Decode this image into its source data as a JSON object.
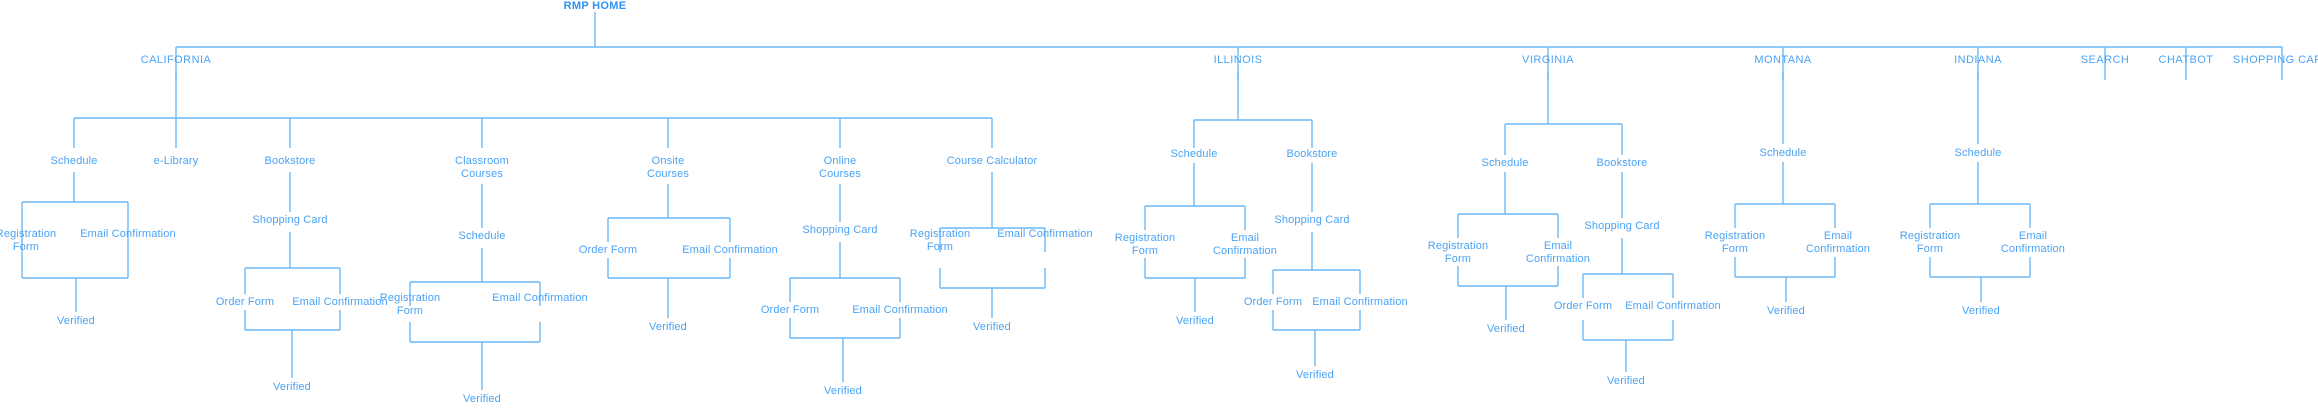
{
  "diagram": {
    "title": "RMP HOME",
    "type": "sitemap-tree",
    "accent_color": "#4aa3f5",
    "line_color": "#6cb8f7",
    "background_color": "#ffffff",
    "root_label": "RMP HOME"
  },
  "labels": {
    "root": "RMP HOME",
    "california": "CALIFORNIA",
    "illinois": "ILLINOIS",
    "virginia": "VIRGINIA",
    "montana": "MONTANA",
    "indiana": "INDIANA",
    "search": "SEARCH",
    "chatbot": "CHATBOT",
    "shopping_card_top": "SHOPPING CARD",
    "ca_schedule": "Schedule",
    "ca_elibrary": "e-Library",
    "ca_bookstore": "Bookstore",
    "ca_classroom_courses": "Classroom\nCourses",
    "ca_onsite_courses": "Onsite\nCourses",
    "ca_online_courses": "Online\nCourses",
    "ca_course_calculator": "Course Calculator",
    "ca_sched_registration_form": "Registration\nForm",
    "ca_sched_email_confirmation": "Email Confirmation",
    "ca_sched_verified": "Verified",
    "ca_book_shopping_card": "Shopping Card",
    "ca_book_order_form": "Order Form",
    "ca_book_email_confirmation": "Email Confirmation",
    "ca_book_verified": "Verified",
    "ca_class_schedule": "Schedule",
    "ca_class_registration_form": "Registration\nForm",
    "ca_class_email_confirmation": "Email Confirmation",
    "ca_class_verified": "Verified",
    "ca_onsite_order_form": "Order Form",
    "ca_onsite_email_confirmation": "Email Confirmation",
    "ca_onsite_verified": "Verified",
    "ca_online_shopping_card": "Shopping Card",
    "ca_online_order_form": "Order Form",
    "ca_online_email_confirmation": "Email Confirmation",
    "ca_online_verified": "Verified",
    "ca_calc_registration_form": "Registration\nForm",
    "ca_calc_email_confirmation": "Email Confirmation",
    "ca_calc_verified": "Verified",
    "il_schedule": "Schedule",
    "il_bookstore": "Bookstore",
    "il_sched_registration_form": "Registration\nForm",
    "il_sched_email_confirmation": "Email\nConfirmation",
    "il_sched_verified": "Verified",
    "il_book_shopping_card": "Shopping Card",
    "il_book_order_form": "Order Form",
    "il_book_email_confirmation": "Email Confirmation",
    "il_book_verified": "Verified",
    "va_schedule": "Schedule",
    "va_bookstore": "Bookstore",
    "va_sched_registration_form": "Registration\nForm",
    "va_sched_email_confirmation": "Email\nConfirmation",
    "va_sched_verified": "Verified",
    "va_book_shopping_card": "Shopping Card",
    "va_book_order_form": "Order Form",
    "va_book_email_confirmation": "Email Confirmation",
    "va_book_verified": "Verified",
    "mt_schedule": "Schedule",
    "mt_registration_form": "Registration\nForm",
    "mt_email_confirmation": "Email\nConfirmation",
    "mt_verified": "Verified",
    "in_schedule": "Schedule",
    "in_registration_form": "Registration\nForm",
    "in_email_confirmation": "Email\nConfirmation",
    "in_verified": "Verified"
  },
  "tree": {
    "root": "RMP HOME",
    "children": [
      {
        "label": "CALIFORNIA",
        "children": [
          {
            "label": "Schedule",
            "children": [
              {
                "label": "Registration Form"
              },
              {
                "label": "Email Confirmation"
              },
              {
                "label": "Verified"
              }
            ]
          },
          {
            "label": "e-Library"
          },
          {
            "label": "Bookstore",
            "children": [
              {
                "label": "Shopping Card",
                "children": [
                  {
                    "label": "Order Form"
                  },
                  {
                    "label": "Email Confirmation"
                  },
                  {
                    "label": "Verified"
                  }
                ]
              }
            ]
          },
          {
            "label": "Classroom Courses",
            "children": [
              {
                "label": "Schedule",
                "children": [
                  {
                    "label": "Registration Form"
                  },
                  {
                    "label": "Email Confirmation"
                  },
                  {
                    "label": "Verified"
                  }
                ]
              }
            ]
          },
          {
            "label": "Onsite Courses",
            "children": [
              {
                "label": "Order Form"
              },
              {
                "label": "Email Confirmation"
              },
              {
                "label": "Verified"
              }
            ]
          },
          {
            "label": "Online Courses",
            "children": [
              {
                "label": "Shopping Card",
                "children": [
                  {
                    "label": "Order Form"
                  },
                  {
                    "label": "Email Confirmation"
                  },
                  {
                    "label": "Verified"
                  }
                ]
              }
            ]
          },
          {
            "label": "Course Calculator",
            "children": [
              {
                "label": "Registration Form"
              },
              {
                "label": "Email Confirmation"
              },
              {
                "label": "Verified"
              }
            ]
          }
        ]
      },
      {
        "label": "ILLINOIS",
        "children": [
          {
            "label": "Schedule",
            "children": [
              {
                "label": "Registration Form"
              },
              {
                "label": "Email Confirmation"
              },
              {
                "label": "Verified"
              }
            ]
          },
          {
            "label": "Bookstore",
            "children": [
              {
                "label": "Shopping Card",
                "children": [
                  {
                    "label": "Order Form"
                  },
                  {
                    "label": "Email Confirmation"
                  },
                  {
                    "label": "Verified"
                  }
                ]
              }
            ]
          }
        ]
      },
      {
        "label": "VIRGINIA",
        "children": [
          {
            "label": "Schedule",
            "children": [
              {
                "label": "Registration Form"
              },
              {
                "label": "Email Confirmation"
              },
              {
                "label": "Verified"
              }
            ]
          },
          {
            "label": "Bookstore",
            "children": [
              {
                "label": "Shopping Card",
                "children": [
                  {
                    "label": "Order Form"
                  },
                  {
                    "label": "Email Confirmation"
                  },
                  {
                    "label": "Verified"
                  }
                ]
              }
            ]
          }
        ]
      },
      {
        "label": "MONTANA",
        "children": [
          {
            "label": "Schedule",
            "children": [
              {
                "label": "Registration Form"
              },
              {
                "label": "Email Confirmation"
              },
              {
                "label": "Verified"
              }
            ]
          }
        ]
      },
      {
        "label": "INDIANA",
        "children": [
          {
            "label": "Schedule",
            "children": [
              {
                "label": "Registration Form"
              },
              {
                "label": "Email Confirmation"
              },
              {
                "label": "Verified"
              }
            ]
          }
        ]
      },
      {
        "label": "SEARCH"
      },
      {
        "label": "CHATBOT"
      },
      {
        "label": "SHOPPING CARD"
      }
    ]
  }
}
